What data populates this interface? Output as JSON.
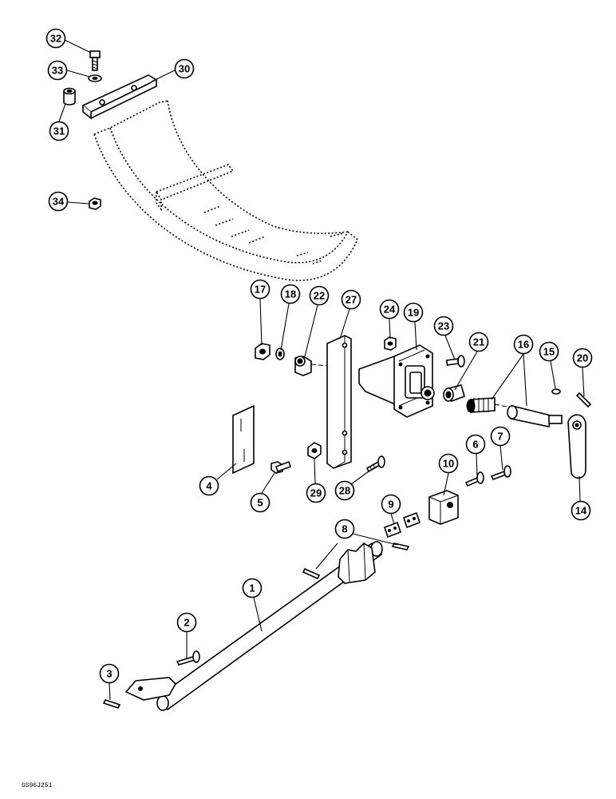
{
  "figure_code": "GS96J251",
  "callouts": [
    "1",
    "2",
    "3",
    "4",
    "5",
    "6",
    "7",
    "8",
    "9",
    "10",
    "14",
    "15",
    "16",
    "17",
    "18",
    "19",
    "20",
    "21",
    "22",
    "23",
    "24",
    "27",
    "28",
    "29",
    "30",
    "31",
    "32",
    "33",
    "34"
  ],
  "colors": {
    "ink": "#000000",
    "paper": "#ffffff"
  }
}
